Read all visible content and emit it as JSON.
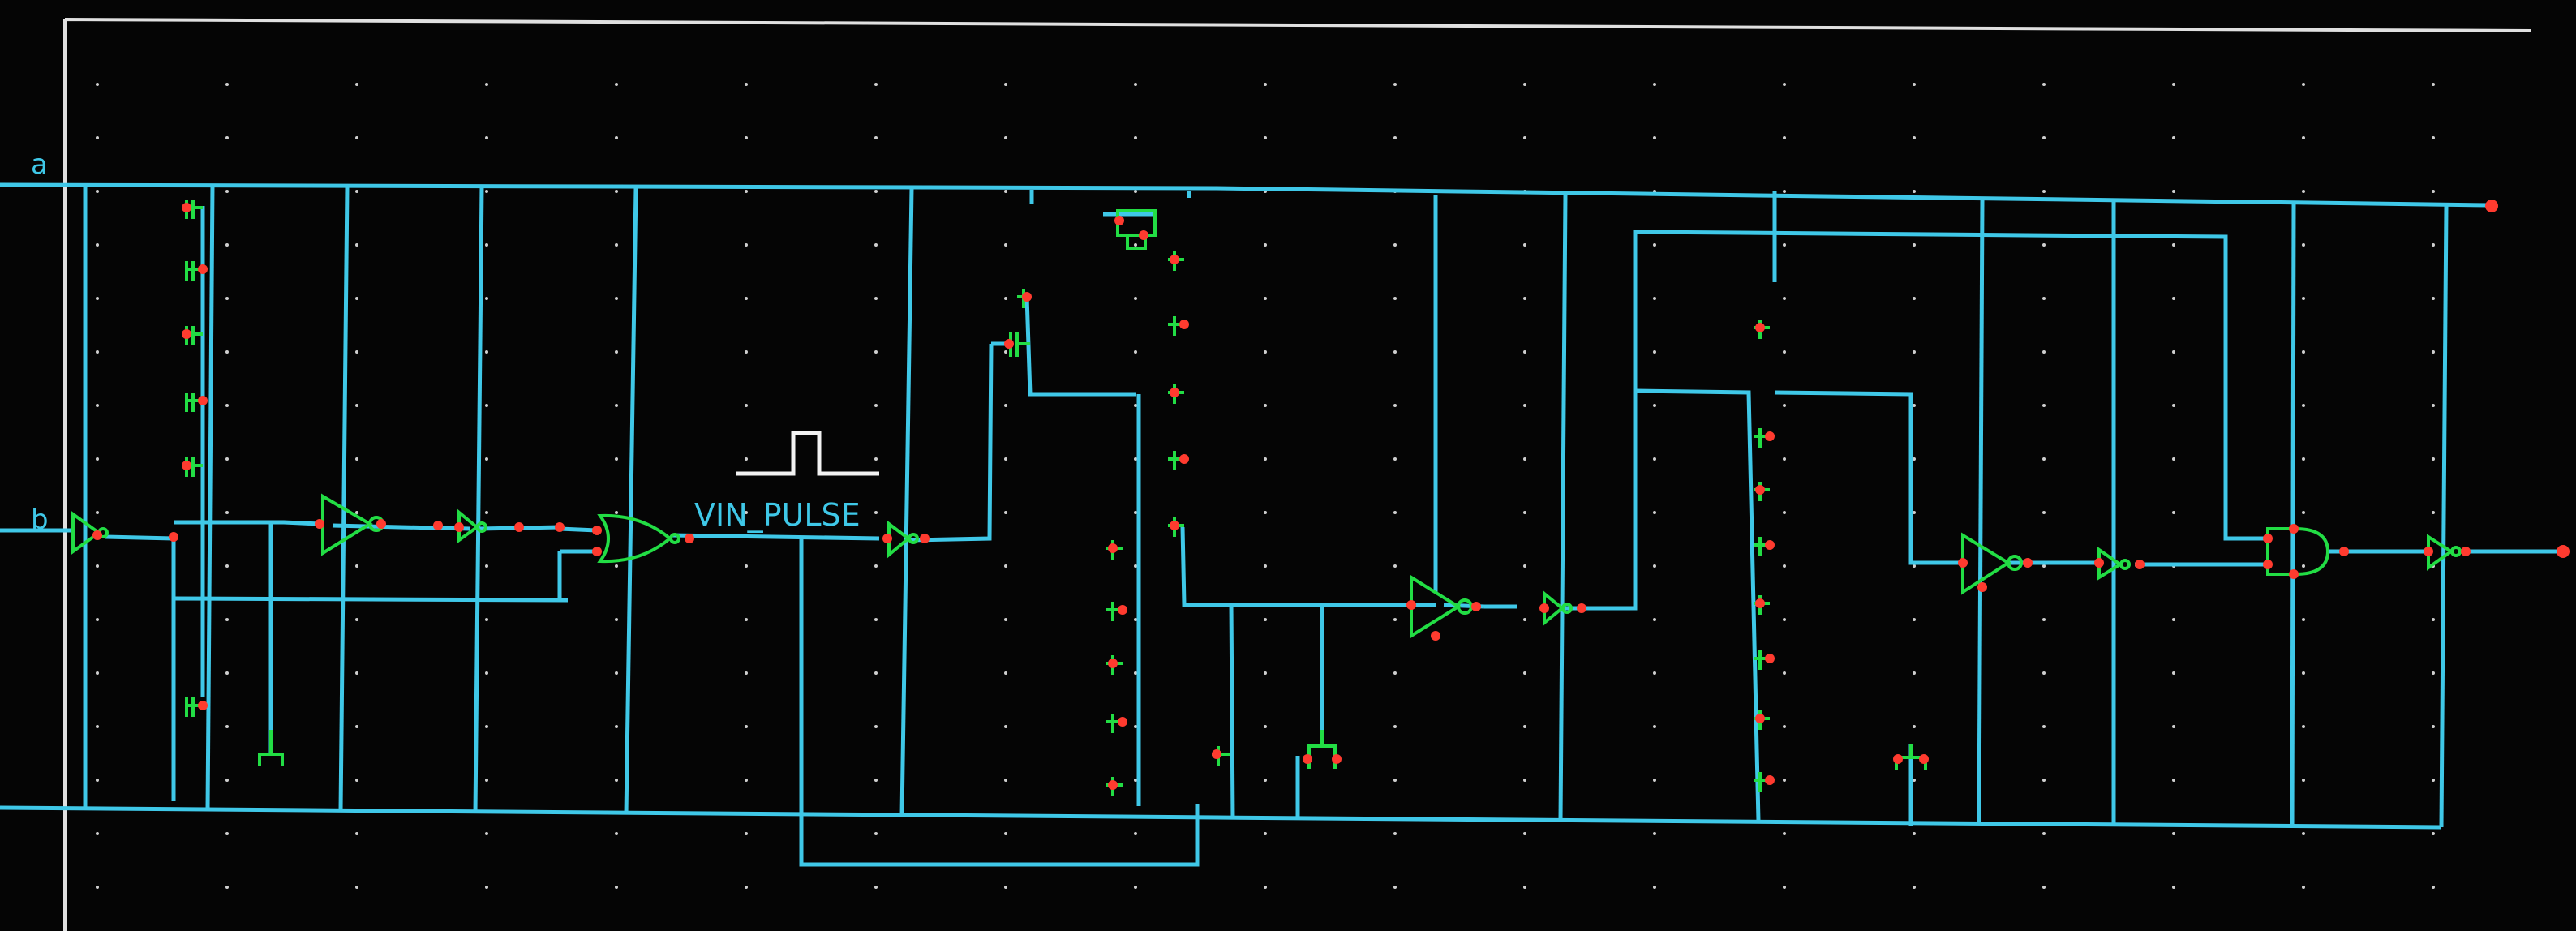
{
  "schematic": {
    "pin_a": "a",
    "pin_b": "b",
    "source_label": "VIN_PULSE"
  },
  "colors": {
    "background": "#050505",
    "frame": "#e0e0e0",
    "wire": "#3fc8e8",
    "device": "#22dd44",
    "pin_dot": "#ff3b2f",
    "grid_dot": "#cfcfcf"
  }
}
